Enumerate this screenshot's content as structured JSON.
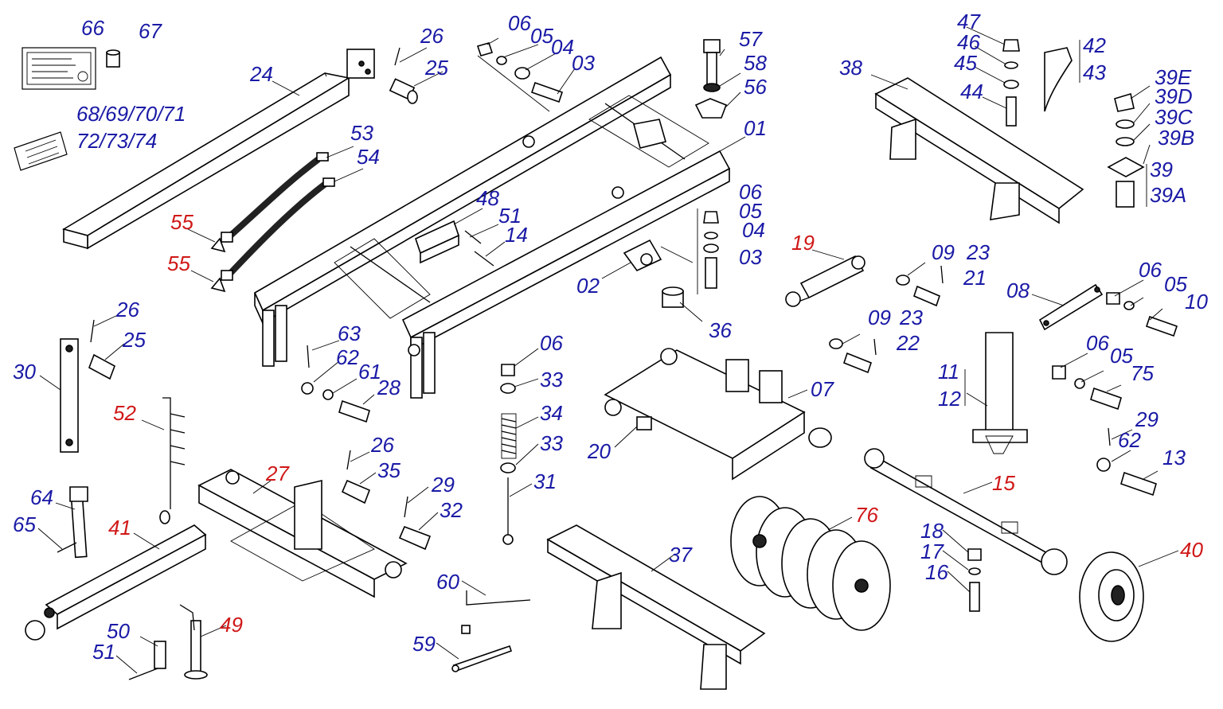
{
  "colors": {
    "blue_label": "#1a1aa6",
    "red_label": "#d01818",
    "line": "#000000"
  },
  "labels": {
    "l66": "66",
    "l67": "67",
    "l68": "68/69/70/71",
    "l72": "72/73/74",
    "l24": "24",
    "l26a": "26",
    "l25a": "25",
    "l06a": "06",
    "l05a": "05",
    "l04a": "04",
    "l03a": "03",
    "l57": "57",
    "l58": "58",
    "l56": "56",
    "l01": "01",
    "l53": "53",
    "l54": "54",
    "l55a": "55",
    "l55b": "55",
    "l48": "48",
    "l51a": "51",
    "l14": "14",
    "l06b": "06",
    "l05b": "05",
    "l04b": "04",
    "l03b": "03",
    "l02": "02",
    "l36": "36",
    "l47": "47",
    "l46": "46",
    "l45": "45",
    "l44": "44",
    "l42": "42",
    "l43": "43",
    "l38": "38",
    "l39E": "39E",
    "l39D": "39D",
    "l39C": "39C",
    "l39B": "39B",
    "l39": "39",
    "l39A": "39A",
    "l19": "19",
    "l09a": "09",
    "l23a": "23",
    "l21": "21",
    "l09b": "09",
    "l23b": "23",
    "l22": "22",
    "l08": "08",
    "l06c": "06",
    "l05c": "05",
    "l10": "10",
    "l06d": "06",
    "l05d": "05",
    "l75": "75",
    "l11": "11",
    "l12": "12",
    "l29b": "29",
    "l62b": "62",
    "l13": "13",
    "l26b": "26",
    "l25b": "25",
    "l30": "30",
    "l63": "63",
    "l62a": "62",
    "l61": "61",
    "l28": "28",
    "l06e": "06",
    "l33a": "33",
    "l34": "34",
    "l33b": "33",
    "l31": "31",
    "l07": "07",
    "l20": "20",
    "l52": "52",
    "l27": "27",
    "l26c": "26",
    "l35": "35",
    "l29a": "29",
    "l32": "32",
    "l64": "64",
    "l65": "65",
    "l41": "41",
    "l50": "50",
    "l51b": "51",
    "l49": "49",
    "l60": "60",
    "l59": "59",
    "l37": "37",
    "l76": "76",
    "l15": "15",
    "l18": "18",
    "l17": "17",
    "l16": "16",
    "l40": "40"
  }
}
